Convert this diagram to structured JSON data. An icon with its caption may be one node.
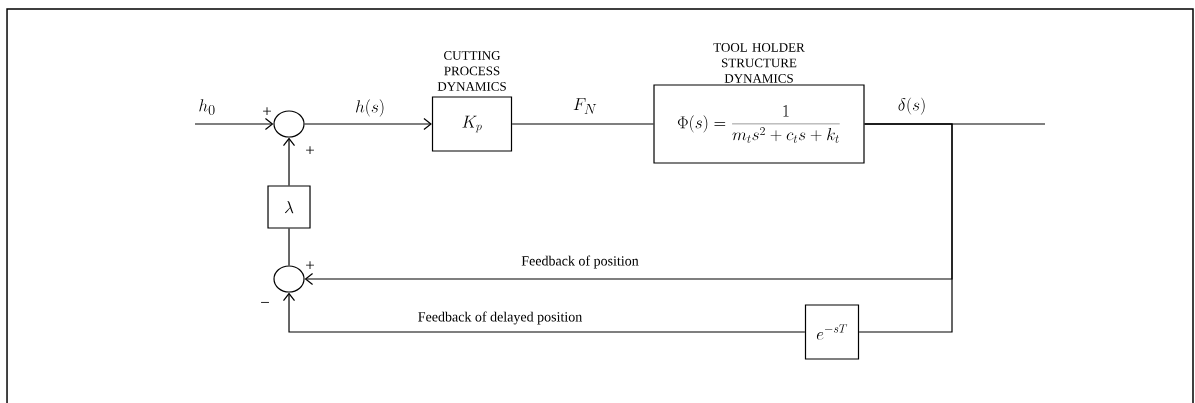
{
  "diagram": {
    "nodes": [
      {
        "text": [],
        "shape": "circle"
      },
      {
        "text": [
          "CUTTING PROCESS DYNAMICS",
          "K_p"
        ]
      },
      {
        "text": [
          "TOOL HOLDER STRUCTURE DYNAMICS",
          "\\Phi(s)=\\frac{1}{m_t s^2+c_t s+k_t}"
        ]
      },
      {
        "text": [
          "\\lambda"
        ]
      },
      {
        "text": [],
        "shape": "circle"
      },
      {
        "text": [
          "e^{-sT}"
        ]
      }
    ],
    "edges": [
      {
        "from": null,
        "to": 0,
        "arrow": "to",
        "label": "h_0"
      },
      {
        "from": 0,
        "to": 1,
        "arrow": "to",
        "label": "h(s)"
      },
      {
        "from": 1,
        "to": 2,
        "arrow": "none",
        "label": "F_N"
      },
      {
        "from": 2,
        "to": null,
        "arrow": "none",
        "label": "\\delta(s)"
      },
      {
        "from": 3,
        "to": 0,
        "arrow": "to"
      },
      {
        "from": 4,
        "to": 3,
        "arrow": "none"
      },
      {
        "from": 2,
        "to": 4,
        "arrow": "to",
        "label": "Feedback of position"
      },
      {
        "from": 2,
        "to": 5,
        "arrow": "none"
      },
      {
        "from": 5,
        "to": 4,
        "arrow": "to",
        "label": "Feedback of delayed position"
      }
    ],
    "labels": [
      "+",
      "+",
      "+",
      "−"
    ]
  }
}
